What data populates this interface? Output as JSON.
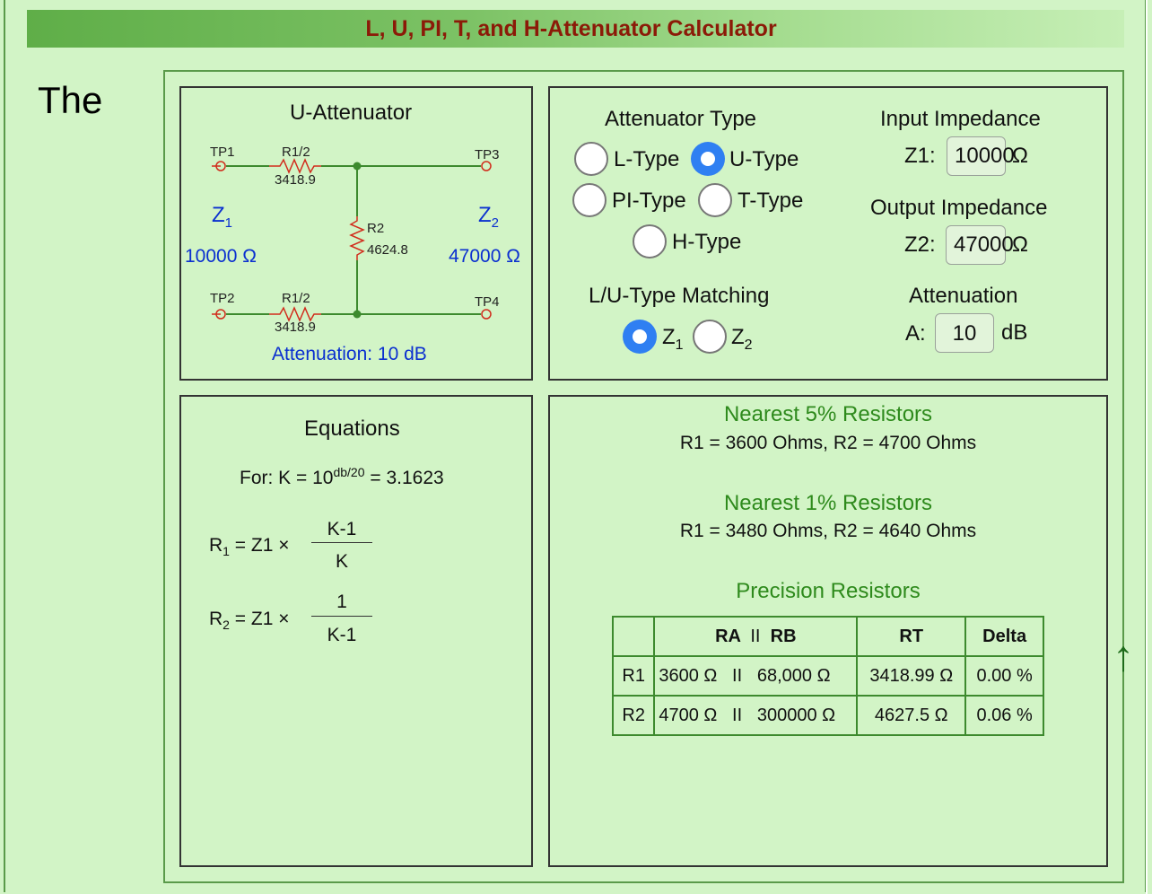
{
  "title": "L, U, PI, T, and H-Attenuator Calculator",
  "intro_word": "The",
  "diagram": {
    "heading": "U-Attenuator",
    "tp1": "TP1",
    "tp2": "TP2",
    "tp3": "TP3",
    "tp4": "TP4",
    "r_half_top_label": "R1/2",
    "r_half_top_value": "3418.9",
    "r_half_bottom_label": "R1/2",
    "r_half_bottom_value": "3418.9",
    "r2_label": "R2",
    "r2_value": "4624.8",
    "z1_label": "Z",
    "z1_sub": "1",
    "z1_value": "10000 Ω",
    "z2_label": "Z",
    "z2_sub": "2",
    "z2_value": "47000 Ω",
    "attenuation": "Attenuation: 10 dB"
  },
  "settings": {
    "type_heading": "Attenuator Type",
    "types": [
      {
        "label": "L-Type",
        "selected": false
      },
      {
        "label": "U-Type",
        "selected": true
      },
      {
        "label": "PI-Type",
        "selected": false
      },
      {
        "label": "T-Type",
        "selected": false
      },
      {
        "label": "H-Type",
        "selected": false
      }
    ],
    "matching_heading": "L/U-Type Matching",
    "matching": [
      {
        "label": "Z",
        "sub": "1",
        "selected": true
      },
      {
        "label": "Z",
        "sub": "2",
        "selected": false
      }
    ],
    "input_heading": "Input Impedance",
    "z1_prefix": "Z1:",
    "z1_value": "10000",
    "output_heading": "Output Impedance",
    "z2_prefix": "Z2:",
    "z2_value": "47000",
    "ohm": "Ω",
    "atten_heading": "Attenuation",
    "a_prefix": "A:",
    "a_value": "10",
    "db": "dB"
  },
  "equations": {
    "heading": "Equations",
    "for_prefix": "For: K = 10",
    "for_sup": "db/20",
    "for_suffix": " = 3.1623",
    "r1_lhs": "R",
    "r1_sub": "1",
    "r1_mid": " = Z1 ×",
    "r1_num": "K-1",
    "r1_den": "K",
    "r2_lhs": "R",
    "r2_sub": "2",
    "r2_mid": " = Z1 ×",
    "r2_num": "1",
    "r2_den": "K-1"
  },
  "resistors": {
    "nearest5_heading": "Nearest 5% Resistors",
    "nearest5_values": "R1 = 3600 Ohms, R2 = 4700 Ohms",
    "nearest1_heading": "Nearest 1% Resistors",
    "nearest1_values": "R1 = 3480 Ohms, R2 = 4640 Ohms",
    "precision_heading": "Precision Resistors",
    "columns": [
      "",
      "RA",
      "II",
      "RB",
      "RT",
      "Delta"
    ],
    "rows": [
      [
        "R1",
        "3600 Ω",
        "II",
        "68,000 Ω",
        "3418.99 Ω",
        "0.00 %"
      ],
      [
        "R2",
        "4700 Ω",
        "II",
        "300000 Ω",
        "4627.5 Ω",
        "0.06 %"
      ]
    ]
  },
  "colors": {
    "title": "#8b1a08",
    "accent_green": "#2e8a1c",
    "blue_text": "#0a2fd0",
    "radio_selected": "#2f7ff2",
    "background": "#d2f4c6"
  },
  "icons": {
    "scroll_top": "up-arrow-icon"
  }
}
